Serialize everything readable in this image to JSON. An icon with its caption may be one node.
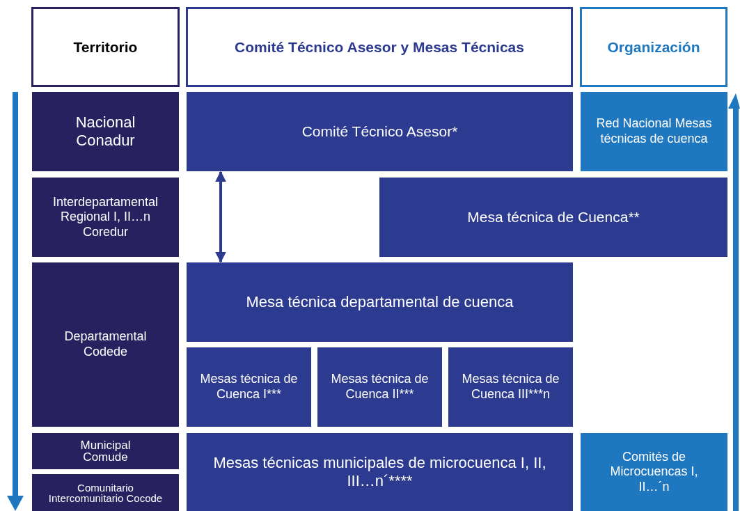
{
  "diagram": {
    "nodes": [
      {
        "text": [
          "Territorio"
        ]
      },
      {
        "text": [
          "Comité Técnico Asesor y Mesas Técnicas"
        ]
      },
      {
        "text": [
          "Organización"
        ]
      },
      {
        "text": [
          "Nacional Conadur"
        ]
      },
      {
        "text": [
          "Comité Técnico Asesor*"
        ]
      },
      {
        "text": [
          "Red Nacional Mesas técnicas de cuenca"
        ]
      },
      {
        "text": [
          "Interdepartamental Regional I, II…n Coredur"
        ]
      },
      {
        "text": [
          "Mesa técnica de Cuenca**"
        ]
      },
      {
        "text": [
          "Departamental Codede"
        ]
      },
      {
        "text": [
          "Mesa técnica departamental de cuenca"
        ]
      },
      {
        "text": [
          "Mesas técnica de Cuenca I***"
        ]
      },
      {
        "text": [
          "Mesas técnica de Cuenca II***"
        ]
      },
      {
        "text": [
          "Mesas técnica de Cuenca III***n"
        ]
      },
      {
        "text": [
          "Municipal Comude"
        ]
      },
      {
        "text": [
          "Mesas técnicas municipales de microcuenca I, II, III…n´****"
        ]
      },
      {
        "text": [
          "Comités de Microcuencas I, II…´n"
        ]
      },
      {
        "text": [
          "Comunitario Intercomunitario Cocode"
        ]
      }
    ],
    "edges": [
      {
        "from": 4,
        "to": 9,
        "arrow": "both"
      }
    ]
  }
}
